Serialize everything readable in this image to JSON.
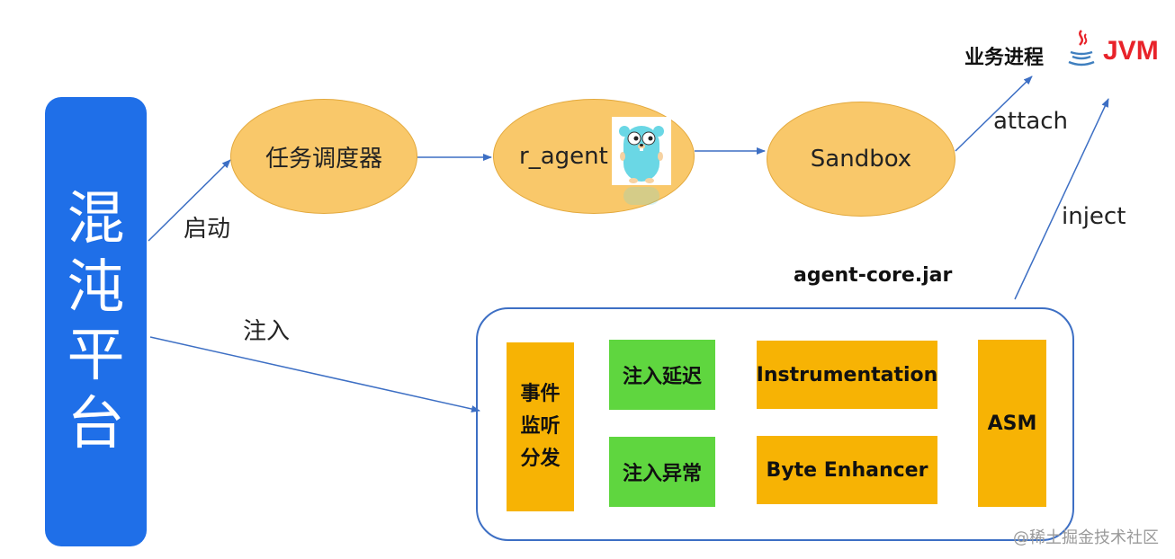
{
  "platform": {
    "label": "混沌平台"
  },
  "nodes": {
    "scheduler": "任务调度器",
    "r_agent": "r_agent",
    "sandbox": "Sandbox"
  },
  "edge_labels": {
    "start": "启动",
    "inject_cn": "注入",
    "attach": "attach",
    "inject": "inject"
  },
  "business": {
    "title": "业务进程",
    "jvm": "JVM"
  },
  "agent_core": {
    "title": "agent-core.jar",
    "event_dispatch": "事件监听分发",
    "inject_delay": "注入延迟",
    "inject_exception": "注入异常",
    "instrumentation": "Instrumentation",
    "byte_enhancer": "Byte Enhancer",
    "asm": "ASM"
  },
  "watermark": "@稀土掘金技术社区",
  "colors": {
    "platform_blue": "#1f6fe8",
    "ellipse_fill": "#f9c86a",
    "box_orange": "#f7b304",
    "box_green": "#5fd63f",
    "arrow_blue": "#3d6fc4",
    "jvm_red": "#e8232a"
  },
  "icons": {
    "gopher": "go-gopher-icon",
    "java": "java-cup-icon"
  }
}
